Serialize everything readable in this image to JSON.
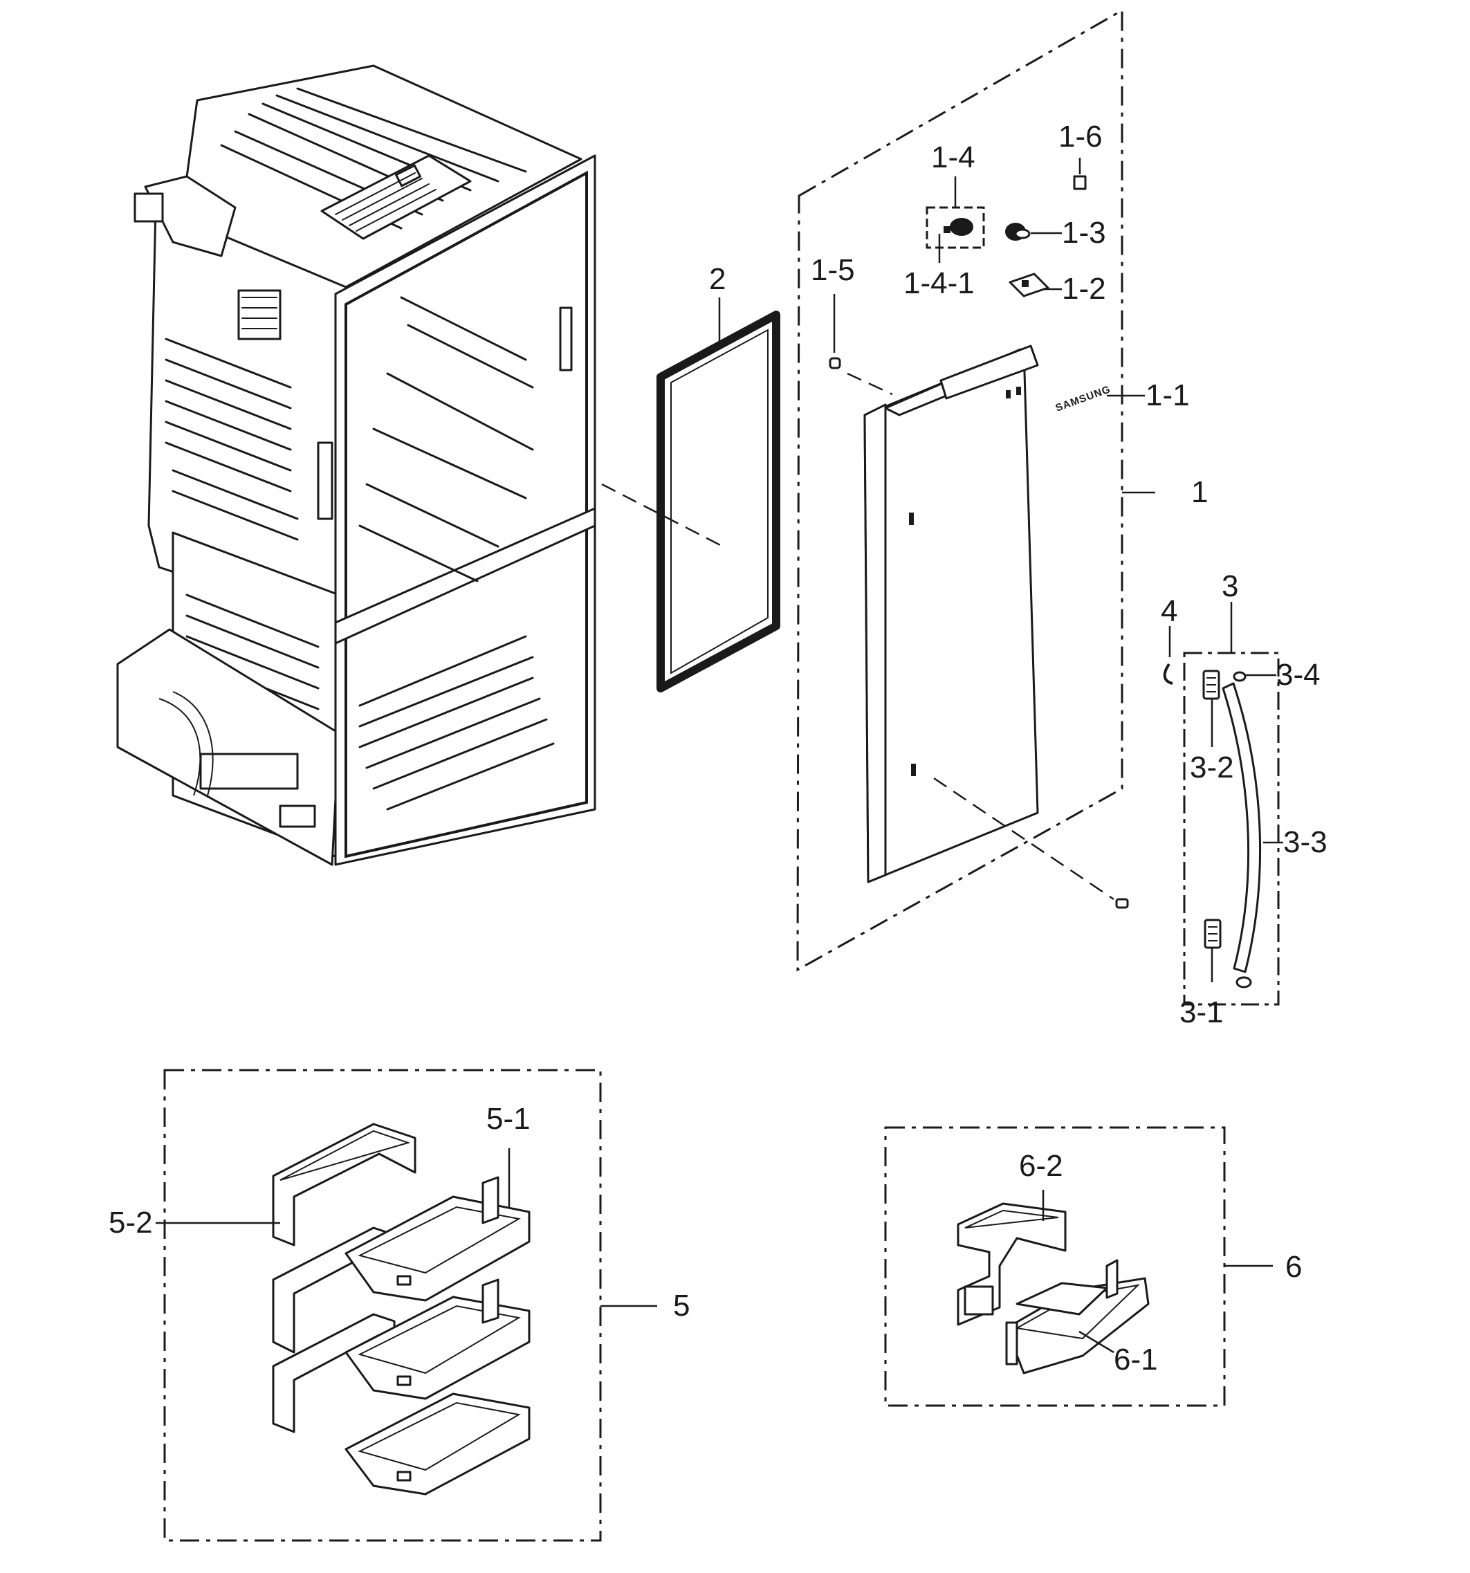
{
  "brand_text": "SAMSUNG",
  "callouts": {
    "c1": "1",
    "c1_1": "1-1",
    "c1_2": "1-2",
    "c1_3": "1-3",
    "c1_4": "1-4",
    "c1_4_1": "1-4-1",
    "c1_5": "1-5",
    "c1_6": "1-6",
    "c2": "2",
    "c3": "3",
    "c3_1": "3-1",
    "c3_2": "3-2",
    "c3_3": "3-3",
    "c3_4": "3-4",
    "c4": "4",
    "c5": "5",
    "c5_1": "5-1",
    "c5_2": "5-2",
    "c6": "6",
    "c6_1": "6-1",
    "c6_2": "6-2"
  }
}
